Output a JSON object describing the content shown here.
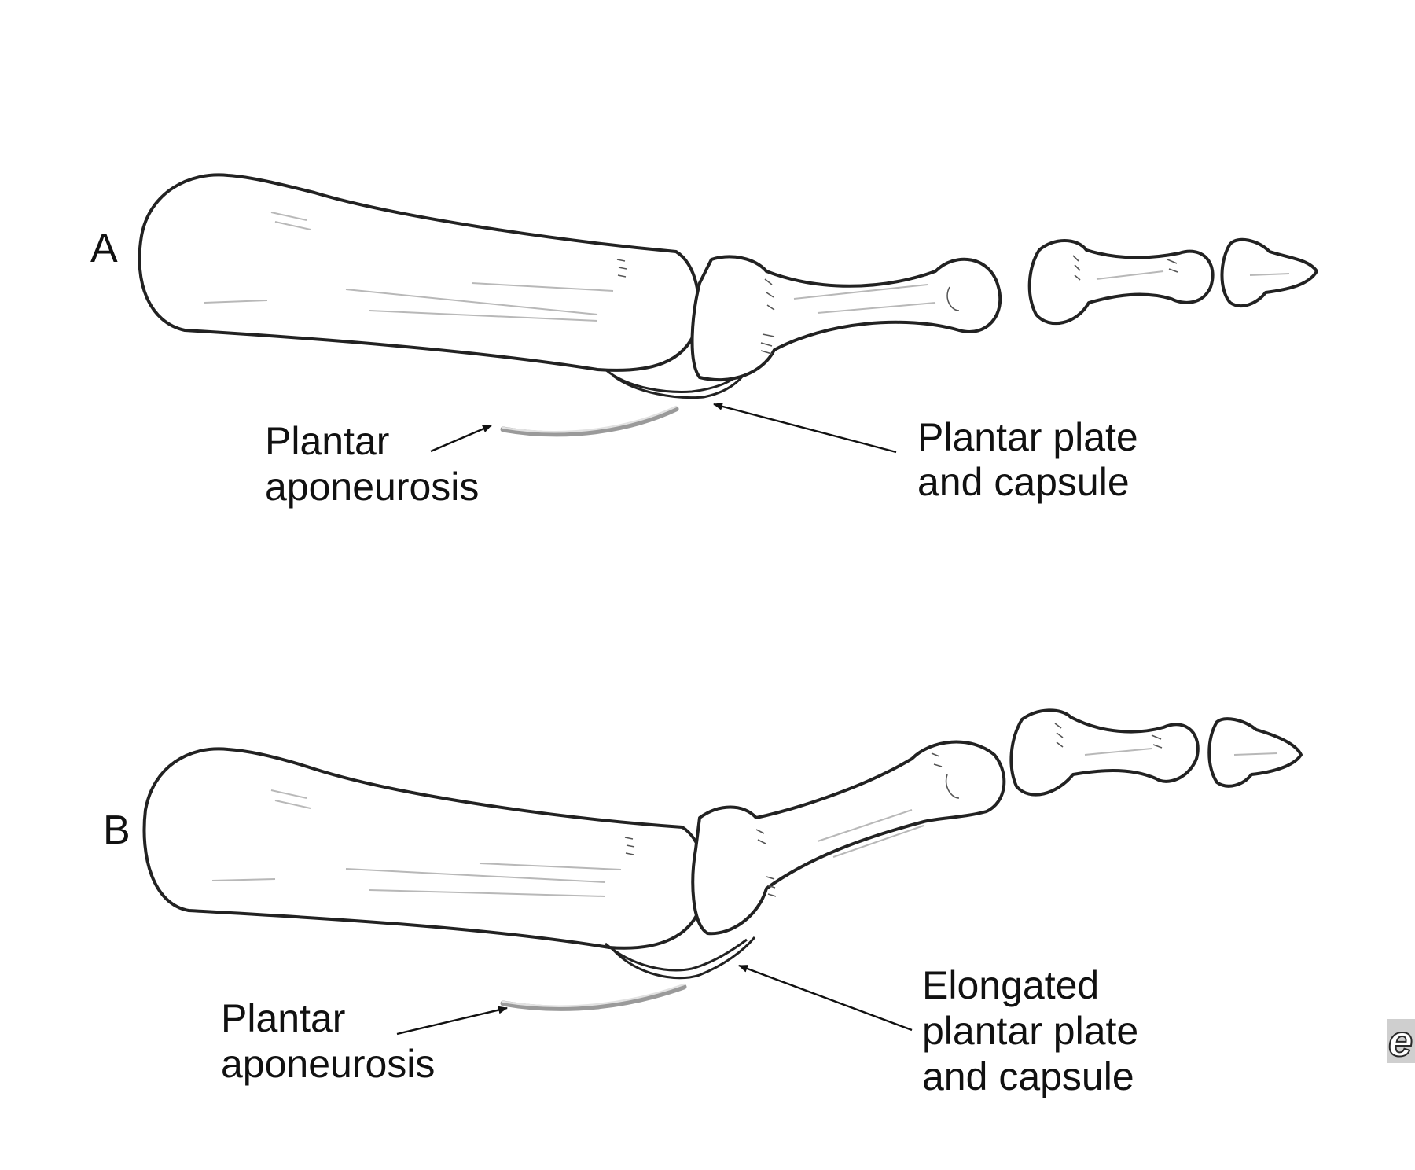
{
  "panels": {
    "a": {
      "letter": "A",
      "left_label": [
        "Plantar",
        "aponeurosis"
      ],
      "right_label": [
        "Plantar plate",
        "and capsule"
      ]
    },
    "b": {
      "letter": "B",
      "left_label": [
        "Plantar",
        "aponeurosis"
      ],
      "right_label": [
        "Elongated",
        "plantar plate",
        "and capsule"
      ]
    }
  },
  "corner_logo": {
    "icon": "publisher-logo-icon",
    "glyph": "e"
  }
}
